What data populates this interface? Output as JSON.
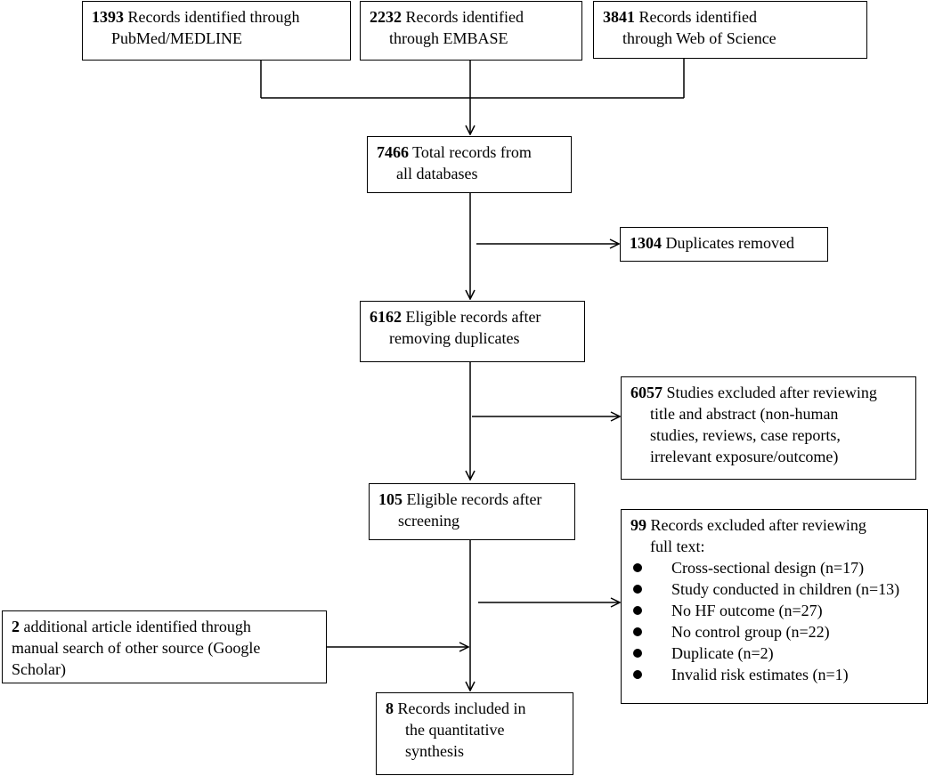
{
  "identification": {
    "pubmed": {
      "count": "1393",
      "line1": " Records identified through",
      "line2": "PubMed/MEDLINE"
    },
    "embase": {
      "count": "2232",
      "line1": " Records identified",
      "line2": "through EMBASE"
    },
    "wos": {
      "count": "3841",
      "line1": " Records identified",
      "line2": "through Web of Science"
    }
  },
  "total": {
    "count": "7466",
    "line1": " Total records from",
    "line2": "all databases"
  },
  "duplicates": {
    "count": "1304",
    "line1": " Duplicates removed"
  },
  "eligible": {
    "count": "6162",
    "line1": " Eligible records after",
    "line2": "removing duplicates"
  },
  "excluded_title": {
    "count": "6057",
    "line1": " Studies excluded after reviewing",
    "line2": "title and abstract (non-human",
    "line3": "studies, reviews, case reports,",
    "line4": "irrelevant exposure/outcome)"
  },
  "screened": {
    "count": "105",
    "line1": " Eligible records after",
    "line2": "screening"
  },
  "excluded_fulltext": {
    "count": "99",
    "line1": " Records excluded after reviewing",
    "line2": "full text:",
    "items": [
      "Cross-sectional design (n=17)",
      "Study conducted in children (n=13)",
      "No HF outcome (n=27)",
      "No control group (n=22)",
      "Duplicate (n=2)",
      "Invalid risk estimates (n=1)"
    ]
  },
  "additional": {
    "count": "2",
    "line1": " additional article identified through",
    "line2": "manual search of other source (Google",
    "line3": "Scholar)"
  },
  "included": {
    "count": "8",
    "line1": " Records included in",
    "line2": "the quantitative",
    "line3": "synthesis"
  }
}
